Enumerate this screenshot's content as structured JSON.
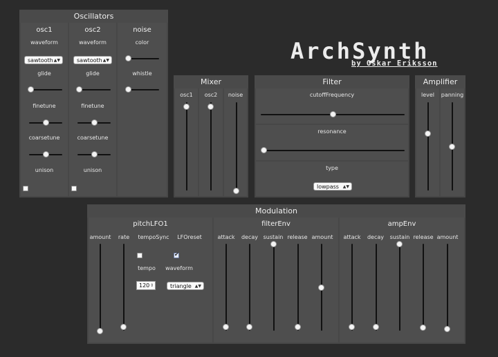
{
  "app": {
    "title": "ArchSynth",
    "byline": "by Oskar Eriksson"
  },
  "oscillators": {
    "title": "Oscillators",
    "osc1": {
      "name": "osc1",
      "waveform_label": "waveform",
      "waveform": "sawtooth",
      "glide_label": "glide",
      "glide": 0.05,
      "finetune_label": "finetune",
      "finetune": 0.5,
      "coarsetune_label": "coarsetune",
      "coarsetune": 0.5,
      "unison_label": "unison",
      "unison": false
    },
    "osc2": {
      "name": "osc2",
      "waveform_label": "waveform",
      "waveform": "sawtooth",
      "glide_label": "glide",
      "glide": 0.05,
      "finetune_label": "finetune",
      "finetune": 0.5,
      "coarsetune_label": "coarsetune",
      "coarsetune": 0.5,
      "unison_label": "unison",
      "unison": false
    },
    "noise": {
      "name": "noise",
      "color_label": "color",
      "color": 0.0,
      "whistle_label": "whistle",
      "whistle": 0.0
    }
  },
  "mixer": {
    "title": "Mixer",
    "osc1_label": "osc1",
    "osc1": 0.95,
    "osc2_label": "osc2",
    "osc2": 0.95,
    "noise_label": "noise",
    "noise": 0.0
  },
  "filter": {
    "title": "Filter",
    "cutoff_label": "cutoffFrequency",
    "cutoff": 0.5,
    "resonance_label": "resonance",
    "resonance": 0.0,
    "type_label": "type",
    "type": "lowpass"
  },
  "amplifier": {
    "title": "Amplifier",
    "level_label": "level",
    "level": 0.65,
    "panning_label": "panning",
    "panning": 0.5
  },
  "modulation": {
    "title": "Modulation",
    "pitchLFO": {
      "title": "pitchLFO1",
      "amount_label": "amount",
      "amount": 0.0,
      "rate_label": "rate",
      "rate": 0.05,
      "tempoSync_label": "tempoSync",
      "LFOreset_label": "LFOreset",
      "tempo_check_label": "tempo",
      "tempo_checked": false,
      "waveform_check_label": "waveform",
      "waveform_checked": true,
      "tempo_value": "120",
      "waveform": "triangle"
    },
    "filterEnv": {
      "title": "filterEnv",
      "attack_label": "attack",
      "attack": 0.05,
      "decay_label": "decay",
      "decay": 0.05,
      "sustain_label": "sustain",
      "sustain": 1.0,
      "release_label": "release",
      "release": 0.05,
      "amount_label": "amount",
      "amount": 0.5
    },
    "ampEnv": {
      "title": "ampEnv",
      "attack_label": "attack",
      "attack": 0.05,
      "decay_label": "decay",
      "decay": 0.05,
      "sustain_label": "sustain",
      "sustain": 1.0,
      "release_label": "release",
      "release": 0.04,
      "amount_label": "amount",
      "amount": 0.02
    }
  }
}
